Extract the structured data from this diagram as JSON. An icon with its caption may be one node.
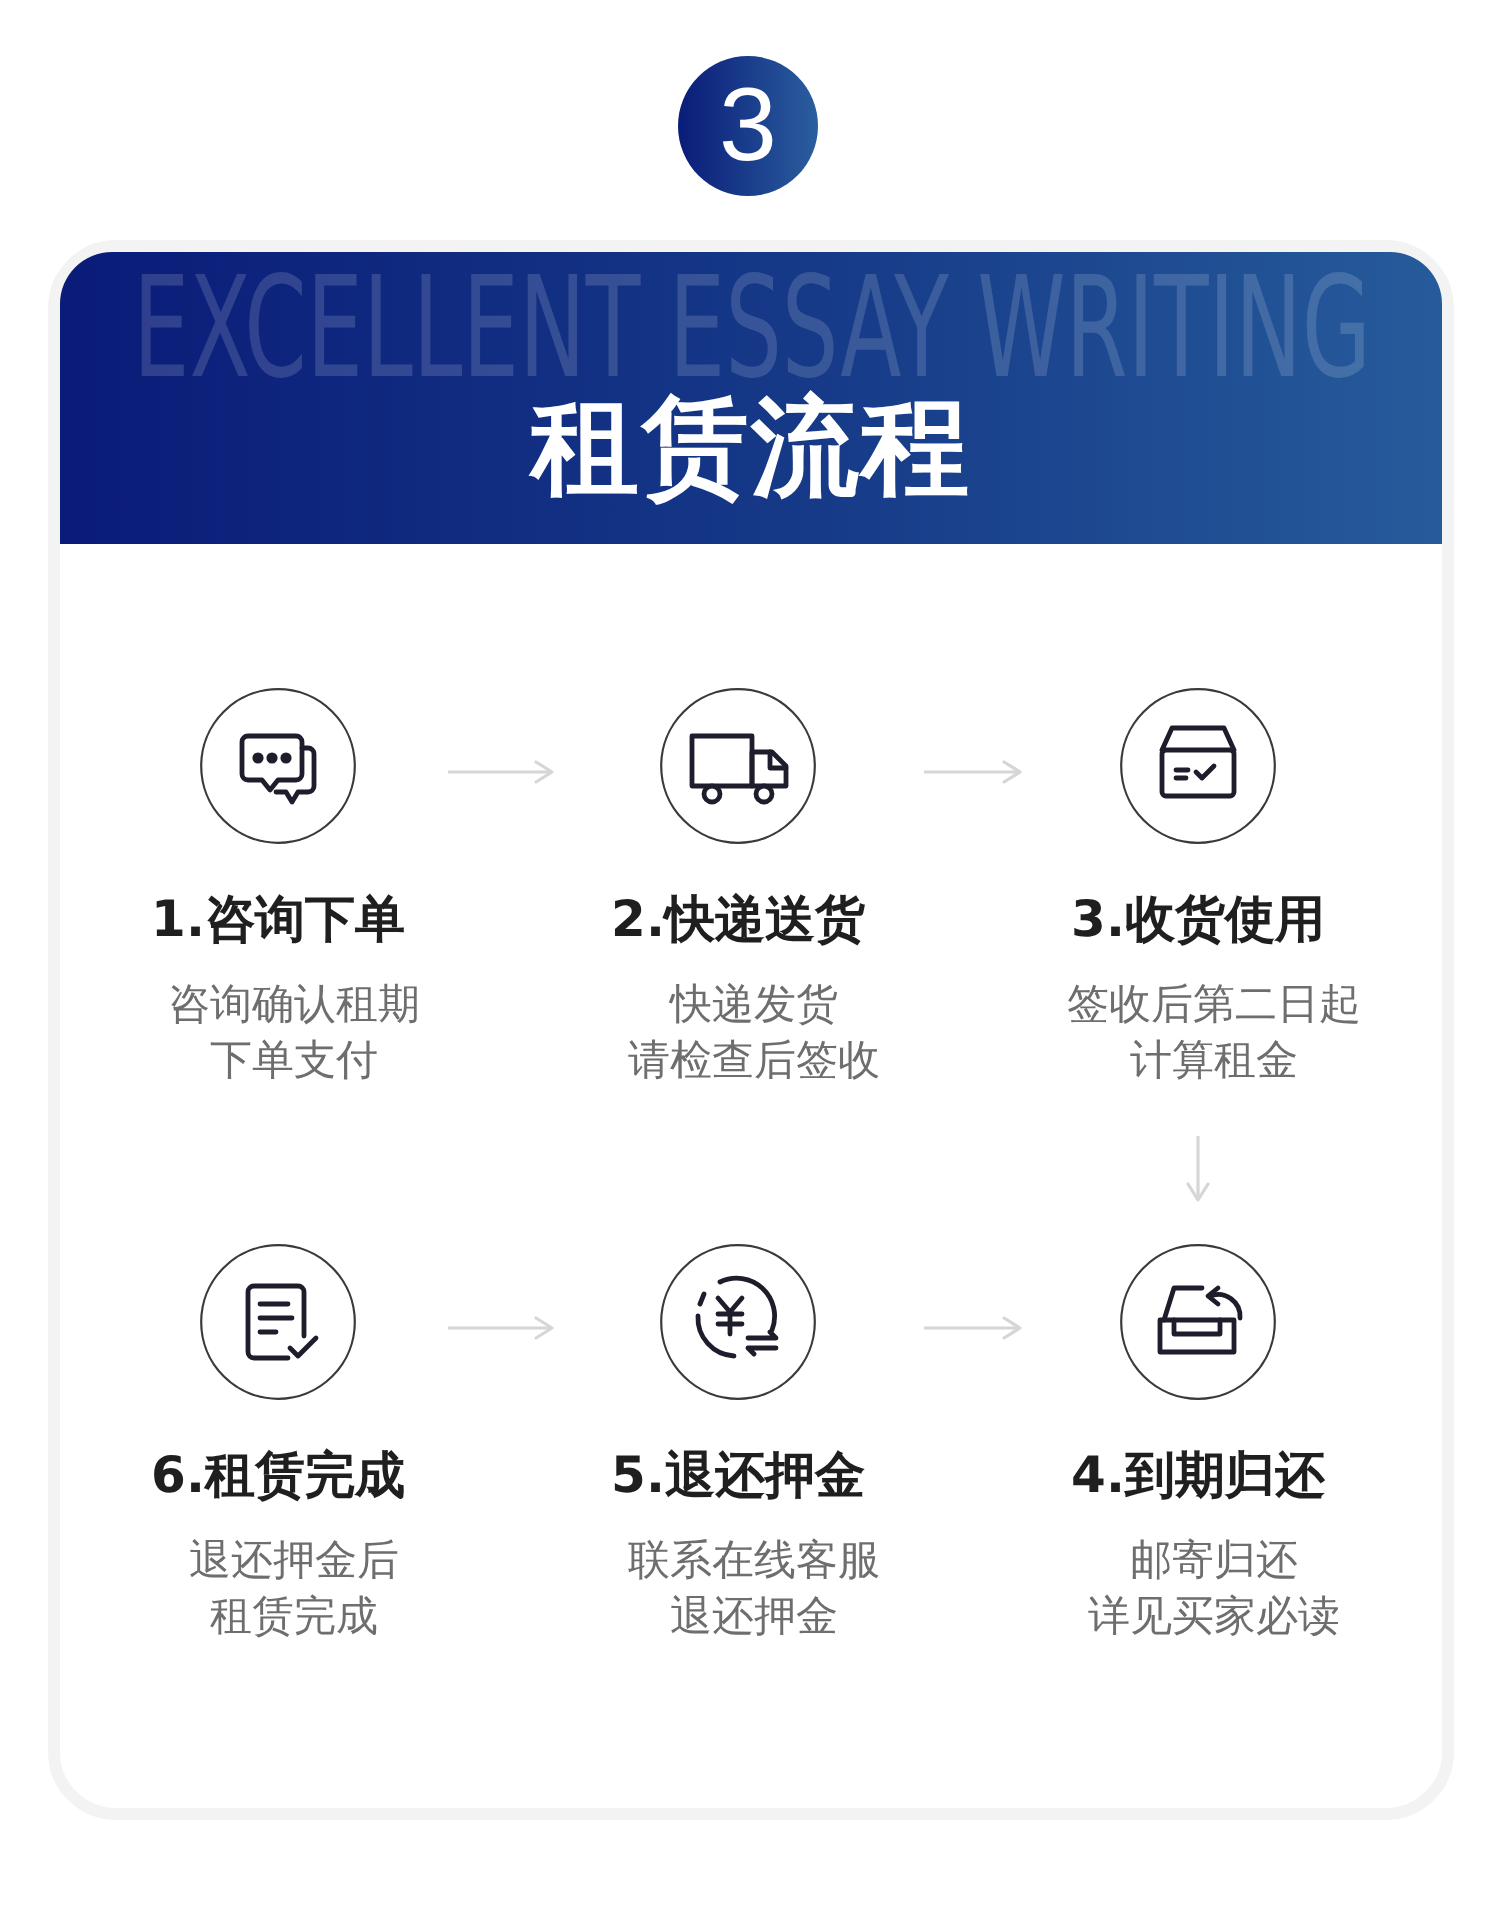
{
  "diagram": {
    "nodes": [
      {
        "text": [
          "3"
        ]
      },
      {
        "text": [
          "EXCELLENT ESSAY WRITING",
          "租赁流程"
        ]
      },
      {
        "text": [
          "1.咨询下单",
          "咨询确认租期",
          "下单支付"
        ]
      },
      {
        "text": [
          "2.快递送货",
          "快递发货",
          "请检查后签收"
        ]
      },
      {
        "text": [
          "3.收货使用",
          "签收后第二日起",
          "计算租金"
        ]
      },
      {
        "text": [
          "4.到期归还",
          "邮寄归还",
          "详见买家必读"
        ]
      },
      {
        "text": [
          "5.退还押金",
          "联系在线客服",
          "退还押金"
        ]
      },
      {
        "text": [
          "6.租赁完成",
          "退还押金后",
          "租赁完成"
        ]
      }
    ],
    "edges": [
      {
        "from": 2,
        "to": 3,
        "arrow": "to"
      },
      {
        "from": 3,
        "to": 4,
        "arrow": "to"
      },
      {
        "from": 4,
        "to": 5,
        "arrow": "to"
      },
      {
        "from": 7,
        "to": 6,
        "arrow": "to"
      },
      {
        "from": 6,
        "to": 5,
        "arrow": "to"
      }
    ]
  }
}
